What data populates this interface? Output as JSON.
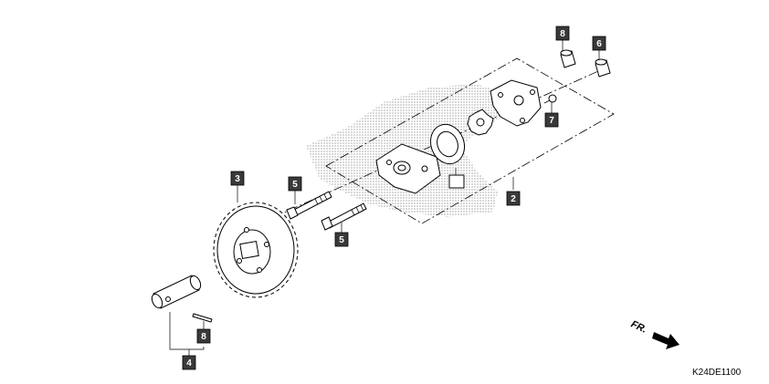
{
  "callouts": {
    "c2": "2",
    "c3": "3",
    "c4": "4",
    "c5a": "5",
    "c5b": "5",
    "c6": "6",
    "c7": "7",
    "c8a": "8",
    "c8b": "8",
    "c_blank": ""
  },
  "direction_label": "FR.",
  "reference_code": "K24DE1100",
  "colors": {
    "callout_fill": "#3a3a3a",
    "line": "#000000",
    "background": "#ffffff"
  }
}
